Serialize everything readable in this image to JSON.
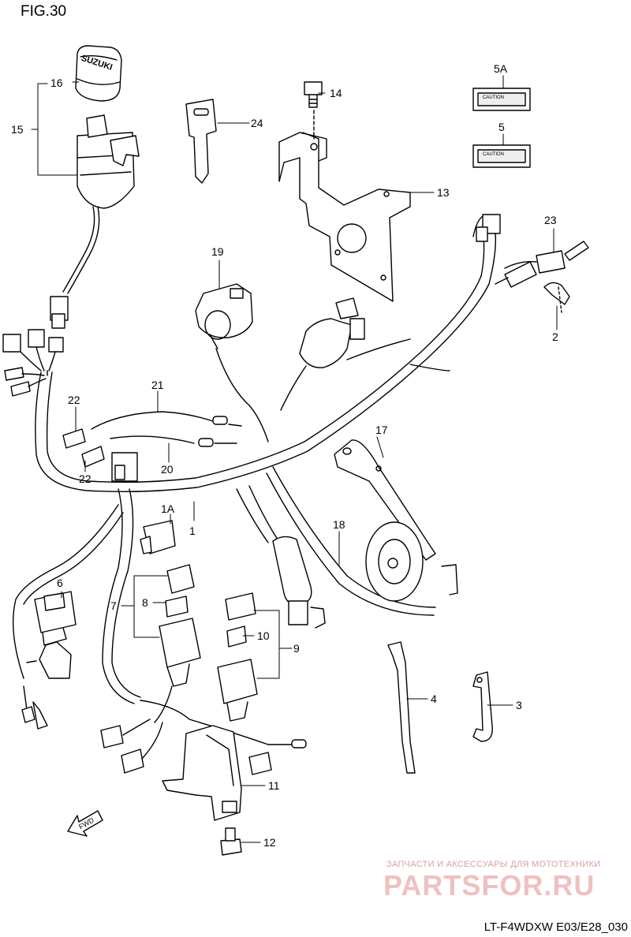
{
  "figure": {
    "title": "FIG.30",
    "code": "LT-F4WDXW E03/E28_030"
  },
  "brand_text": "SUZUKI",
  "fwd_label": "FWD",
  "callouts": [
    "1",
    "1A",
    "2",
    "3",
    "4",
    "5",
    "5A",
    "6",
    "7",
    "8",
    "9",
    "10",
    "11",
    "12",
    "13",
    "14",
    "15",
    "16",
    "17",
    "18",
    "19",
    "20",
    "21",
    "22",
    "22",
    "23",
    "24"
  ],
  "watermark": {
    "tagline": "ЗАПЧАСТИ И АКСЕССУАРЫ ДЛЯ МОТОТЕХНИКИ",
    "site": "PARTSFOR.RU"
  },
  "label_plates": {
    "top_text": "CAUTION",
    "bottom_text": "CAUTION"
  }
}
